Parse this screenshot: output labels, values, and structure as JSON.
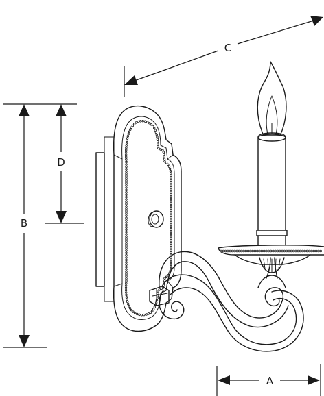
{
  "dimensions": {
    "a_label": "A",
    "b_label": "B",
    "c_label": "C",
    "d_label": "D"
  },
  "colors": {
    "line": "#1a1a1a",
    "background": "#ffffff"
  }
}
